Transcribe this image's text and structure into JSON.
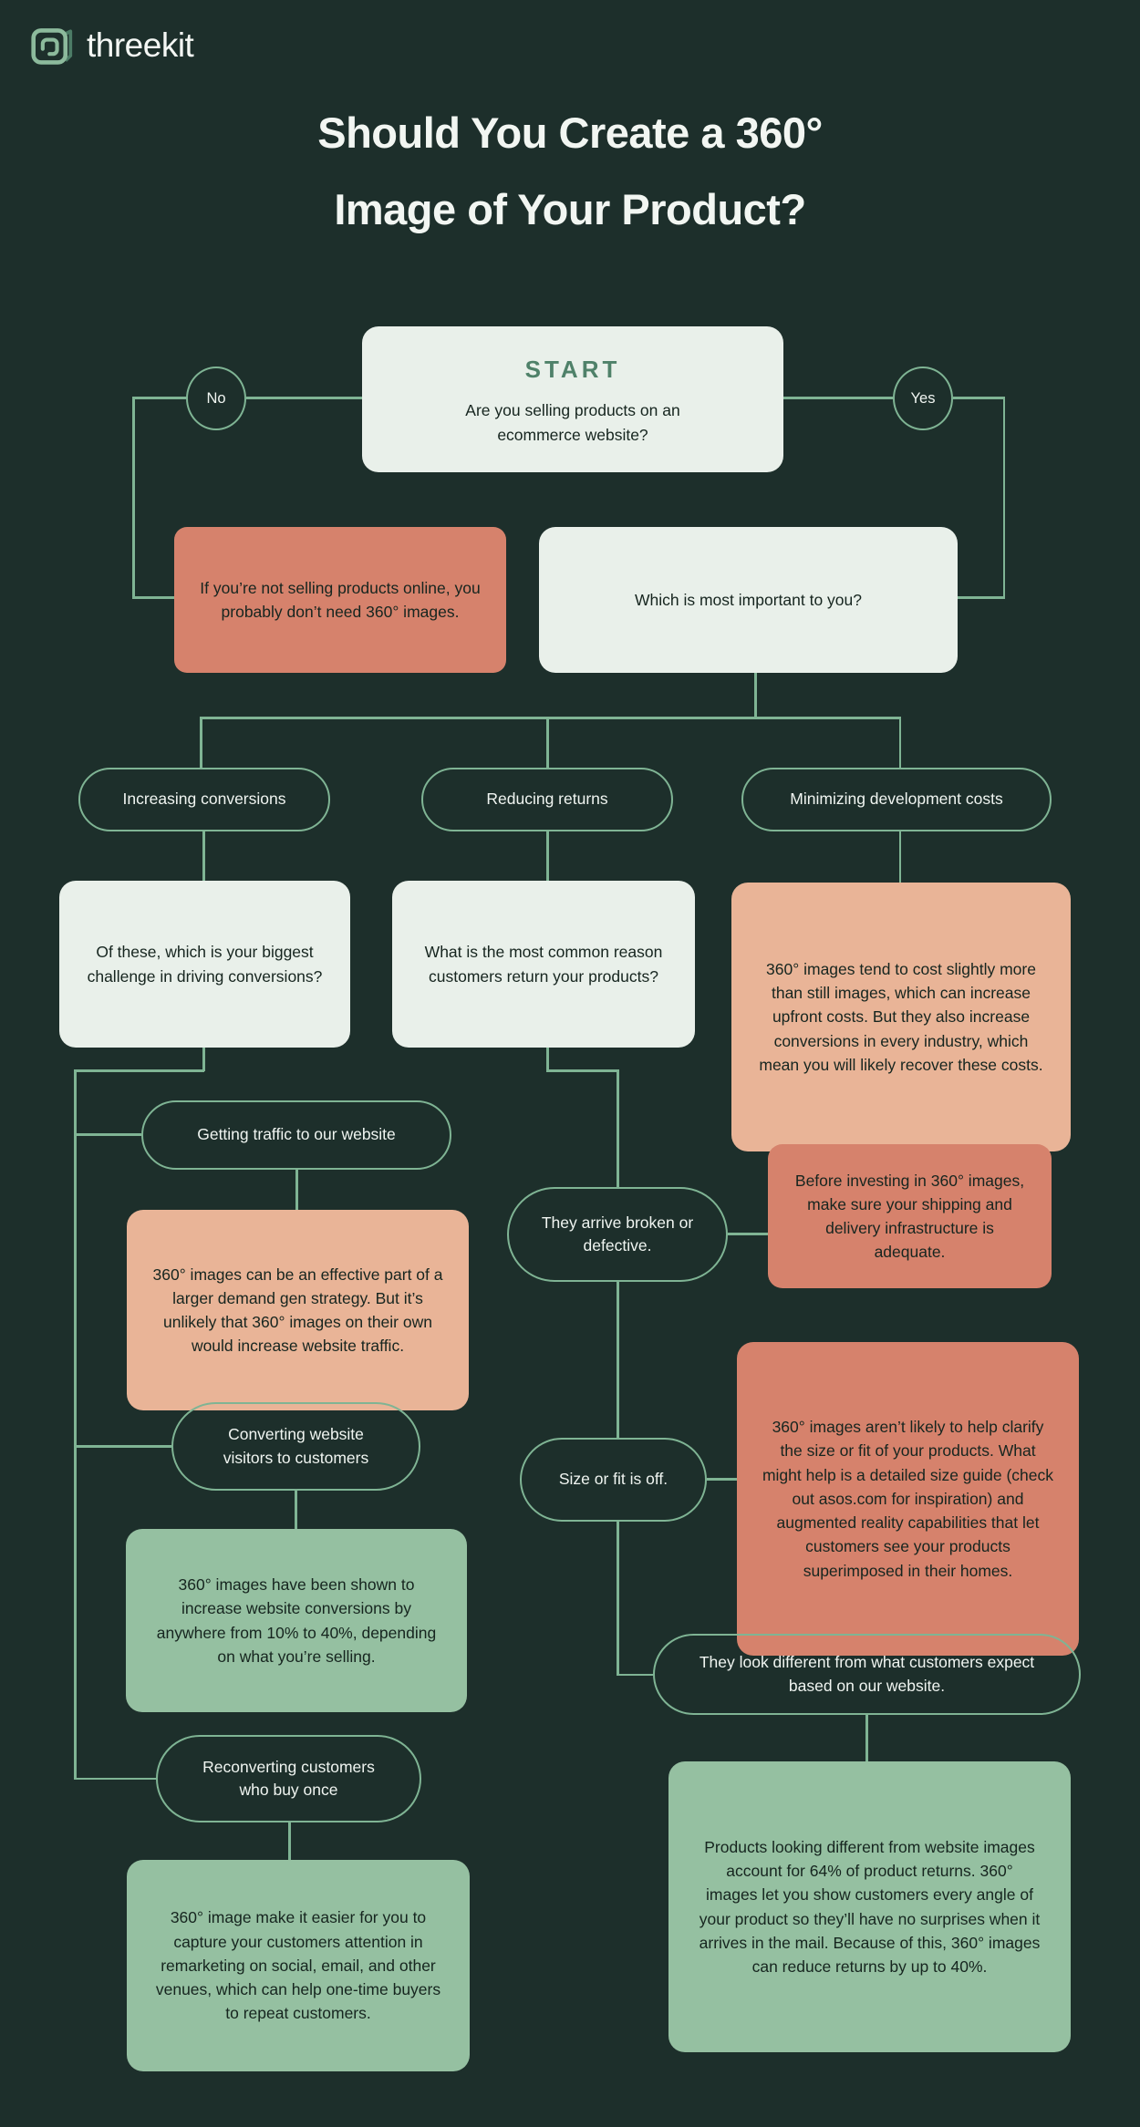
{
  "colors": {
    "background": "#1d2f2b",
    "card_light": "#e9f0ea",
    "card_coral": "#d6826c",
    "card_peach": "#e9b497",
    "card_sage": "#95c0a1",
    "line_green": "#7fb494",
    "start_green": "#4f8169",
    "text_dark": "#16251f",
    "text_light": "#f0f5f1"
  },
  "logo": {
    "brand": "threekit"
  },
  "header": {
    "title_line1": "Should You Create a 360°",
    "title_line2": "Image of Your Product?"
  },
  "flow": {
    "start": {
      "label": "START",
      "question": "Are you selling products on an ecommerce website?"
    },
    "no_label": "No",
    "yes_label": "Yes",
    "no_result": "If you’re not selling products online, you probably don’t need 360° images.",
    "which_important": "Which is most important to you?",
    "pill_conversions": "Increasing conversions",
    "pill_returns": "Reducing returns",
    "pill_costs": "Minimizing development costs",
    "q_conversions": "Of these, which is your biggest challenge in driving conversions?",
    "q_returns": "What is the most common reason customers return your products?",
    "a_costs": "360° images tend to cost slightly more than still images, which can increase upfront costs. But they also increase conversions in every industry, which mean you will likely recover these costs.",
    "pill_traffic": "Getting traffic to our website",
    "a_traffic": "360° images can be an effective part of a larger demand gen strategy. But it’s unlikely that 360° images on their own would increase website traffic.",
    "pill_broken": "They arrive broken or defective.",
    "a_broken": "Before investing in 360° images, make sure your shipping and delivery infrastructure is adequate.",
    "pill_converting": "Converting website visitors to customers",
    "a_converting": "360° images have been shown to increase website conversions by anywhere from 10% to 40%, depending on what you’re selling.",
    "pill_size": "Size or fit is off.",
    "a_size": "360° images aren’t likely to help clarify the size or fit of your products. What might help is a detailed size guide (check out asos.com for inspiration) and augmented reality capabilities that let customers see your products superimposed in their homes.",
    "pill_reconverting": "Reconverting customers who buy once",
    "a_reconverting": "360° image make it easier for you to capture your customers attention in remarketing on social, email, and other venues, which can help one-time buyers to repeat customers.",
    "pill_different": "They look different from what customers expect based on our website.",
    "a_different": "Products looking different from website images account for 64% of product returns. 360° images let you show customers every angle of your product so they’ll have no surprises when it arrives in the mail. Because of this, 360° images can reduce returns by up to 40%."
  }
}
